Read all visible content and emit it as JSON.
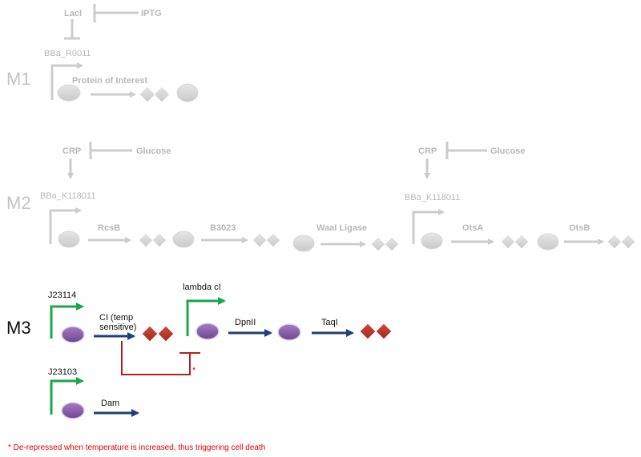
{
  "modules": {
    "m1": "M1",
    "m2": "M2",
    "m3": "M3"
  },
  "m1": {
    "repressor": "LacI",
    "inducer": "IPTG",
    "promoter": "BBa_R0011",
    "gene": "Protein of Interest"
  },
  "m2": {
    "activator_left": "CRP",
    "inhibitor_left": "Glucose",
    "promoter_left": "BBa_K118011",
    "gene_rcsb": "RcsB",
    "gene_b3023": "B3023",
    "gene_waal": "WaaI Ligase",
    "activator_right": "CRP",
    "inhibitor_right": "Glucose",
    "promoter_right": "BBa_K118011",
    "gene_otsa": "OtsA",
    "gene_otsb": "OtsB"
  },
  "m3": {
    "promoter_top": "J23114",
    "gene_ci": "CI (temp sensitive)",
    "gene_ci_line1": "CI (temp",
    "gene_ci_line2": "sensitive)",
    "promoter_lambda": "lambda cI",
    "gene_dpnii": "DpnII",
    "gene_taqi": "TaqI",
    "repression_mark": "*",
    "promoter_bottom": "J23103",
    "gene_dam": "Dam"
  },
  "footnote": "* De-repressed when temperature is increased, thus triggering cell death",
  "colors": {
    "faded": "#cccccc",
    "faded_text": "#b8b8b8",
    "promoter_active": "#1aa64a",
    "gene_arrow_active": "#1f3f7a",
    "repression": "#b22222",
    "protein_active": "#8a5aa6",
    "protein_product": "#c0392b",
    "footnote": "#e00000"
  }
}
